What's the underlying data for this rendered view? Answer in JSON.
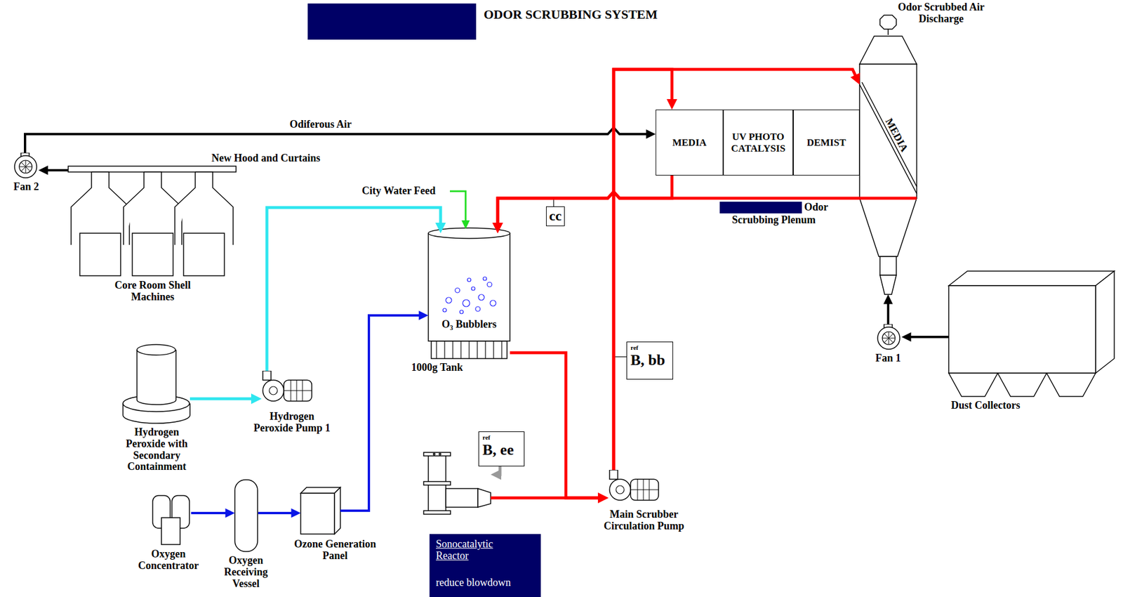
{
  "diagram": {
    "title": "ODOR SCRUBBING SYSTEM",
    "nodes": [
      {
        "text": [
          "Fan 2"
        ]
      },
      {
        "text": [
          "New Hood and Curtains",
          "Core Room Shell Machines"
        ]
      },
      {
        "text": [
          "MEDIA"
        ]
      },
      {
        "text": [
          "UV PHOTO CATALYSIS"
        ]
      },
      {
        "text": [
          "DEMIST"
        ]
      },
      {
        "text": [
          "Odor Scrubbed Air Discharge",
          "MEDIA"
        ]
      },
      {
        "text": [
          "O₃ Bubblers",
          "1000g Tank"
        ]
      },
      {
        "text": [
          "Hydrogen Peroxide with Secondary Containment"
        ]
      },
      {
        "text": [
          "Hydrogen Peroxide Pump 1"
        ]
      },
      {
        "text": [
          "Oxygen Concentrator"
        ]
      },
      {
        "text": [
          "Oxygen Receiving Vessel"
        ]
      },
      {
        "text": [
          "Ozone Generation Panel"
        ]
      },
      {
        "text": [
          "Sonocatalytic Reactor",
          "reduce blowdown"
        ]
      },
      {
        "text": [
          "Main Scrubber Circulation Pump"
        ]
      },
      {
        "text": [
          "Fan 1"
        ]
      },
      {
        "text": [
          "Dust Collectors"
        ]
      },
      {
        "text": [
          "ref",
          "B, bb"
        ]
      },
      {
        "text": [
          "ref",
          "B, ee"
        ]
      },
      {
        "text": [
          "cc"
        ]
      }
    ],
    "edges": [
      {
        "from": 1,
        "to": 0,
        "arrow": "to"
      },
      {
        "from": 0,
        "to": 2,
        "label": "Odiferous Air",
        "arrow": "to"
      },
      {
        "from": 7,
        "to": 8,
        "arrow": "to"
      },
      {
        "from": 8,
        "to": 6,
        "arrow": "to"
      },
      {
        "from": 9,
        "to": 10,
        "arrow": "to"
      },
      {
        "from": 10,
        "to": 11,
        "arrow": "to"
      },
      {
        "from": 11,
        "to": 6,
        "arrow": "to"
      },
      {
        "from": 6,
        "to": 13,
        "arrow": "to"
      },
      {
        "from": 12,
        "to": 13,
        "arrow": "to"
      },
      {
        "from": 13,
        "to": 2,
        "arrow": "to"
      },
      {
        "from": 13,
        "to": 5,
        "arrow": "to"
      },
      {
        "from": 2,
        "to": 6,
        "arrow": "to"
      },
      {
        "from": 5,
        "to": 6,
        "arrow": "to"
      },
      {
        "from": 15,
        "to": 14,
        "arrow": "to"
      },
      {
        "from": 14,
        "to": 5,
        "arrow": "to"
      },
      {
        "from": 17,
        "to": 12,
        "arrow": "to"
      }
    ],
    "labels": [
      "City Water Feed",
      "Odor",
      "Scrubbing Plenum"
    ]
  }
}
